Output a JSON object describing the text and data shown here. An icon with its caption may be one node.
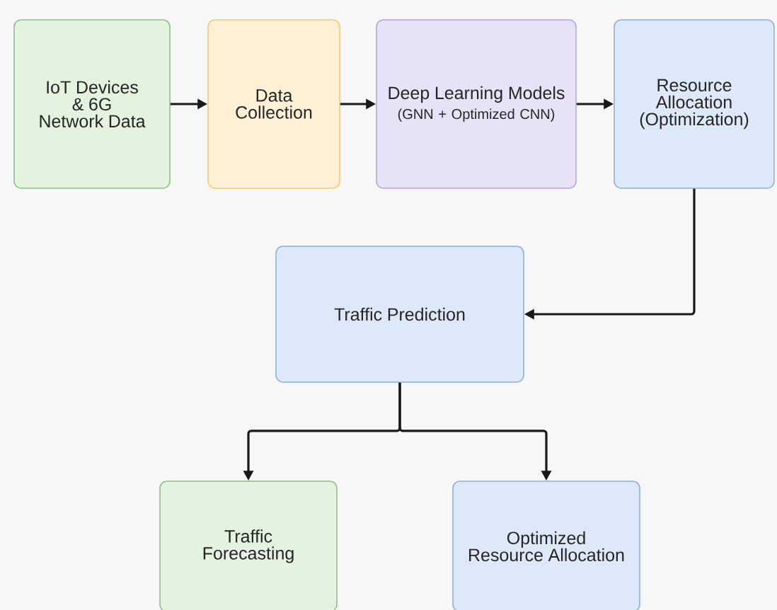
{
  "diagram": {
    "nodes": [
      {
        "text": [
          "IoT Devices & 6G Network Data"
        ]
      },
      {
        "text": [
          "Data Collection"
        ]
      },
      {
        "text": [
          "Deep Learning Models",
          "(GNN + Optimized CNN)"
        ]
      },
      {
        "text": [
          "Resource Allocation (Optimization)"
        ]
      },
      {
        "text": [
          "Traffic Prediction"
        ]
      },
      {
        "text": [
          "Traffic Forecasting"
        ]
      },
      {
        "text": [
          "Optimized Resource Allocation"
        ]
      }
    ],
    "edges": [
      {
        "from": 0,
        "to": 1,
        "arrow": "to"
      },
      {
        "from": 1,
        "to": 2,
        "arrow": "to"
      },
      {
        "from": 2,
        "to": 3,
        "arrow": "to"
      },
      {
        "from": 3,
        "to": 4,
        "arrow": "to"
      },
      {
        "from": 4,
        "to": 5,
        "arrow": "to"
      },
      {
        "from": 4,
        "to": 6,
        "arrow": "to"
      }
    ]
  }
}
